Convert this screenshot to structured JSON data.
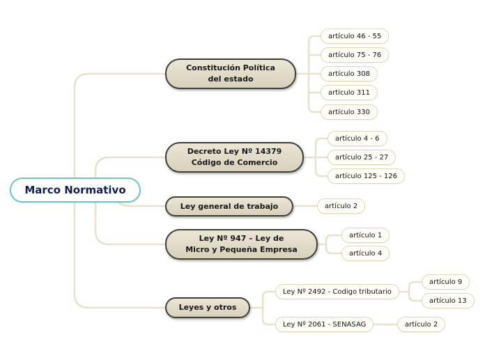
{
  "colors": {
    "connector": "#e7e1cd",
    "branch_fill_top": "#ebe6d6",
    "branch_fill_bottom": "#d7d1bb",
    "branch_border": "#3e3e39",
    "leaf_fill": "#fffef9",
    "leaf_border": "#ddd6bb",
    "root_border": "#6cc5c1",
    "root_text": "#10204f"
  },
  "mindmap": {
    "root": {
      "label": "Marco Normativo"
    },
    "branches": [
      {
        "label": "Constitución Política\ndel estado",
        "children": [
          {
            "label": "artículo 46 - 55"
          },
          {
            "label": "artículo 75 - 76"
          },
          {
            "label": "artículo 308"
          },
          {
            "label": "artículo 311"
          },
          {
            "label": "artículo 330"
          }
        ]
      },
      {
        "label": "Decreto Ley Nº 14379\nCódigo de Comercio",
        "children": [
          {
            "label": "artículo 4 - 6"
          },
          {
            "label": "artículo 25 - 27"
          },
          {
            "label": "artículo 125 - 126"
          }
        ]
      },
      {
        "label": "Ley general de trabajo",
        "children": [
          {
            "label": "artículo 2"
          }
        ]
      },
      {
        "label": "Ley Nº 947 – Ley de\nMicro y Pequeña Empresa",
        "children": [
          {
            "label": "artículo 1"
          },
          {
            "label": "artículo 4"
          }
        ]
      },
      {
        "label": "Leyes y otros",
        "children": [
          {
            "label": "Ley Nº 2492 - Codigo tributario",
            "children": [
              {
                "label": "artículo 9"
              },
              {
                "label": "artículo 13"
              }
            ]
          },
          {
            "label": "Ley Nº 2061 - SENASAG",
            "children": [
              {
                "label": "artículo 2"
              }
            ]
          }
        ]
      }
    ]
  }
}
